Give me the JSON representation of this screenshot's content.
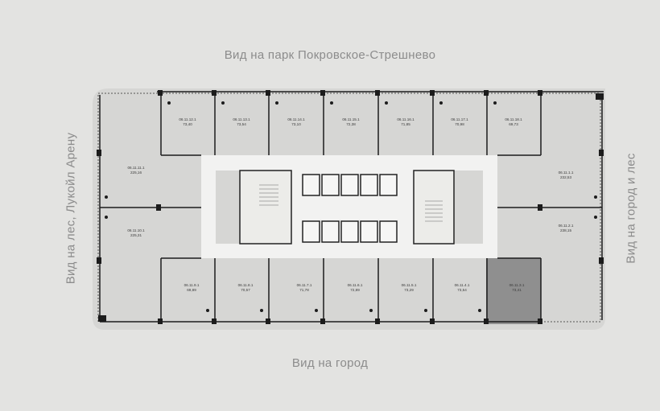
{
  "views": {
    "top": "Вид на парк Покровское-Стрешнево",
    "bottom": "Вид на город",
    "left": "Вид на лес, Лукойл Арену",
    "right": "Вид на город и лес"
  },
  "colors": {
    "background": "#e3e3e1",
    "floor": "#d6d6d4",
    "corridor": "#f2f2f1",
    "wall": "#1c1c1c",
    "selected": "#8f8f8f",
    "label": "#8c8c8c"
  },
  "units_top": [
    {
      "code": "06.11.12.1",
      "area": "73,40"
    },
    {
      "code": "06.11.13.1",
      "area": "73,54"
    },
    {
      "code": "06.11.14.1",
      "area": "73,10"
    },
    {
      "code": "06.11.15.1",
      "area": "72,38"
    },
    {
      "code": "06.11.16.1",
      "area": "71,85"
    },
    {
      "code": "06.11.17.1",
      "area": "70,98"
    },
    {
      "code": "06.11.18.1",
      "area": "69,73"
    }
  ],
  "units_bottom": [
    {
      "code": "06.11.9.1",
      "area": "69,89"
    },
    {
      "code": "06.11.8.1",
      "area": "70,57"
    },
    {
      "code": "06.11.7.1",
      "area": "71,78"
    },
    {
      "code": "06.11.6.1",
      "area": "72,89"
    },
    {
      "code": "06.11.5.1",
      "area": "73,29"
    },
    {
      "code": "06.11.4.1",
      "area": "73,54"
    },
    {
      "code": "06.11.3.1",
      "area": "73,41"
    }
  ],
  "units_side": {
    "left_top": {
      "code": "06.11.11.1",
      "area": "225,16"
    },
    "left_bottom": {
      "code": "06.11.10.1",
      "area": "225,31"
    },
    "right_top": {
      "code": "06.11.1.1",
      "area": "232,53"
    },
    "right_bottom": {
      "code": "06.11.2.1",
      "area": "238,15"
    }
  },
  "selected_unit": "06.11.3.1"
}
